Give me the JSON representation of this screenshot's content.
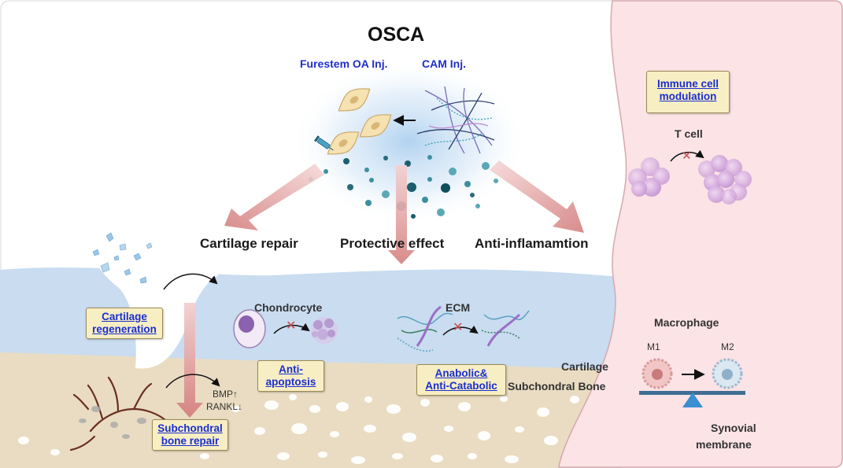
{
  "title": "OSCA",
  "treatments": {
    "left": "Furestem OA Inj.",
    "right": "CAM Inj."
  },
  "effects": {
    "cartilage_repair": "Cartilage repair",
    "protective": "Protective effect",
    "anti_inflammation": "Anti-inflamamtion"
  },
  "labels": {
    "chondrocyte": "Chondrocyte",
    "ecm": "ECM",
    "cartilage": "Cartilage",
    "subchondral_bone": "Subchondral Bone",
    "bmp": "BMP↑",
    "rankl": "RANKL↓",
    "t_cell": "T cell",
    "macrophage": "Macrophage",
    "m1": "M1",
    "m2": "M2",
    "synovial_line1": "Synovial",
    "synovial_line2": "membrane"
  },
  "boxes": {
    "cartilage_regeneration": [
      "Cartilage",
      "regeneration"
    ],
    "anti_apoptosis": [
      "Anti-",
      "apoptosis"
    ],
    "anabolic": [
      "Anabolic&",
      "Anti-Catabolic"
    ],
    "subchondral_repair": [
      "Subchondral",
      "bone repair"
    ],
    "immune_modulation": [
      "Immune cell",
      "modulation"
    ]
  },
  "colors": {
    "cartilage_layer": "#c9dcf0",
    "bone_layer": "#e9dcc2",
    "synovium": "#fbe3e6",
    "box_fill": "#f8eec4",
    "box_text": "#1a2fd0",
    "arrow": "#d98e8e"
  }
}
